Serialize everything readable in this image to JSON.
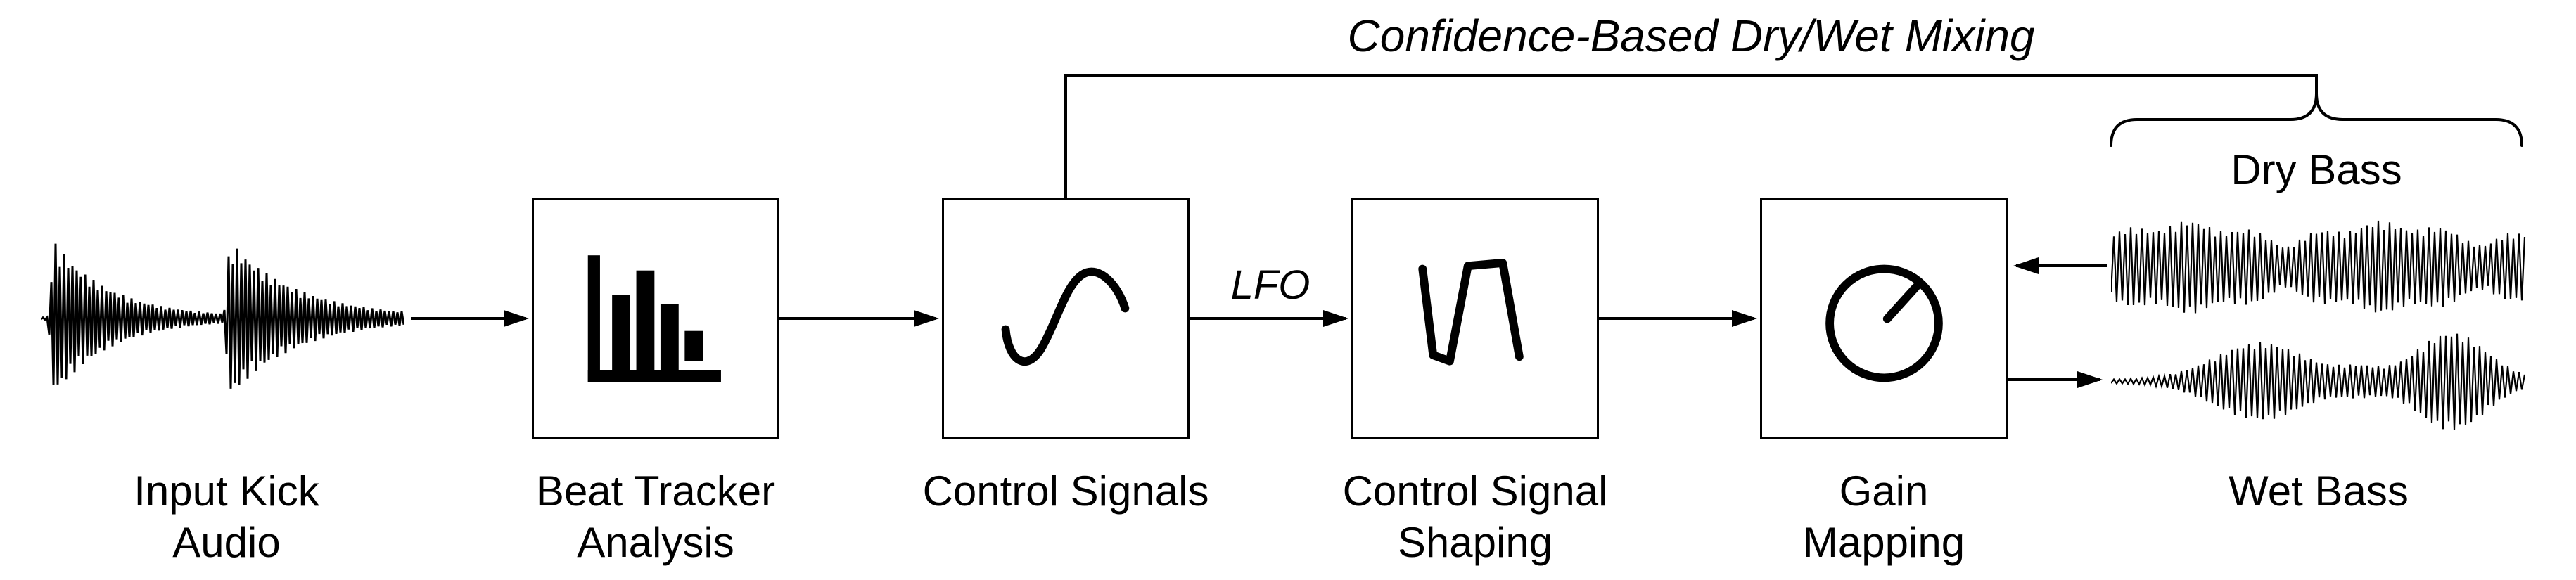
{
  "diagram": {
    "title": "Confidence-Based Dry/Wet Mixing",
    "lfo_label": "LFO",
    "labels": {
      "input_kick": "Input Kick\nAudio",
      "beat_tracker": "Beat Tracker\nAnalysis",
      "control_signals": "Control Signals",
      "control_signal_shaping": "Control Signal\nShaping",
      "gain_mapping": "Gain\nMapping",
      "dry_bass": "Dry Bass",
      "wet_bass": "Wet Bass"
    },
    "icons": {
      "beat_tracker": "bar-chart-icon",
      "control_signals": "sine-wave-icon",
      "control_signal_shaping": "shaped-wave-icon",
      "gain_mapping": "knob-icon"
    },
    "colors": {
      "ink": "#000000",
      "background": "#ffffff"
    }
  }
}
